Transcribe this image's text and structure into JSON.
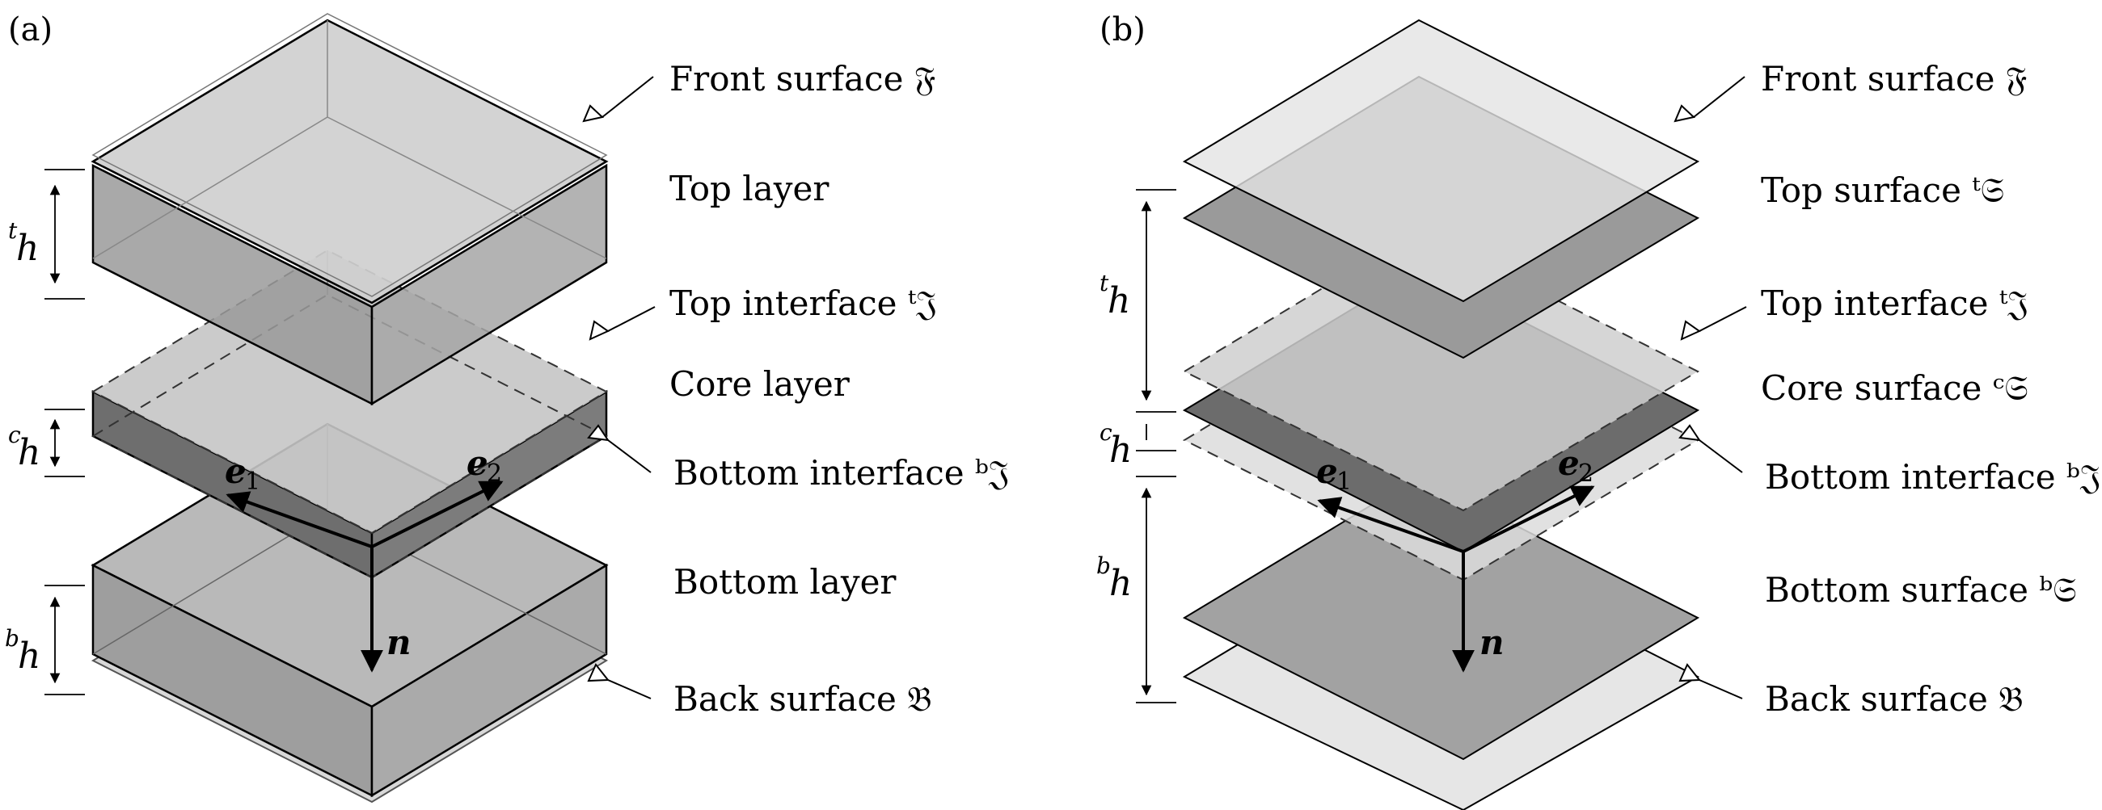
{
  "panels": {
    "a": {
      "tag": "(a)",
      "labels": {
        "front": "Front surface 𝔉",
        "top_layer": "Top layer",
        "top_interface": "Top interface ᵗ𝔍",
        "core_layer": "Core layer",
        "bottom_interface": "Bottom interface ᵇ𝔍",
        "bottom_layer": "Bottom layer",
        "back": "Back surface 𝔅"
      },
      "dims": {
        "t_sup": "t",
        "t_sym": "h",
        "c_sup": "c",
        "c_sym": "h",
        "b_sup": "b",
        "b_sym": "h"
      },
      "vectors": {
        "e1": "e",
        "e1_sub": "1",
        "e2": "e",
        "e2_sub": "2",
        "n": "n"
      }
    },
    "b": {
      "tag": "(b)",
      "labels": {
        "front": "Front surface 𝔉",
        "top_surface": "Top surface ᵗ𝔖",
        "top_interface": "Top interface ᵗ𝔍",
        "core_surface": "Core surface ᶜ𝔖",
        "bottom_interface": "Bottom interface ᵇ𝔍",
        "bottom_surface": "Bottom surface ᵇ𝔖",
        "back": "Back surface 𝔅"
      },
      "dims": {
        "t_sup": "t",
        "t_sym": "h",
        "c_sup": "c",
        "c_sym": "h",
        "b_sup": "b",
        "b_sym": "h"
      },
      "vectors": {
        "e1": "e",
        "e1_sub": "1",
        "e2": "e",
        "e2_sub": "2",
        "n": "n"
      }
    }
  },
  "colors": {
    "light_gray": "#e6e6e6",
    "mid_gray": "#c8c8c8",
    "dark_gray": "#a8a8a8",
    "darker_gray": "#8e8e8e",
    "stroke": "#000000"
  }
}
